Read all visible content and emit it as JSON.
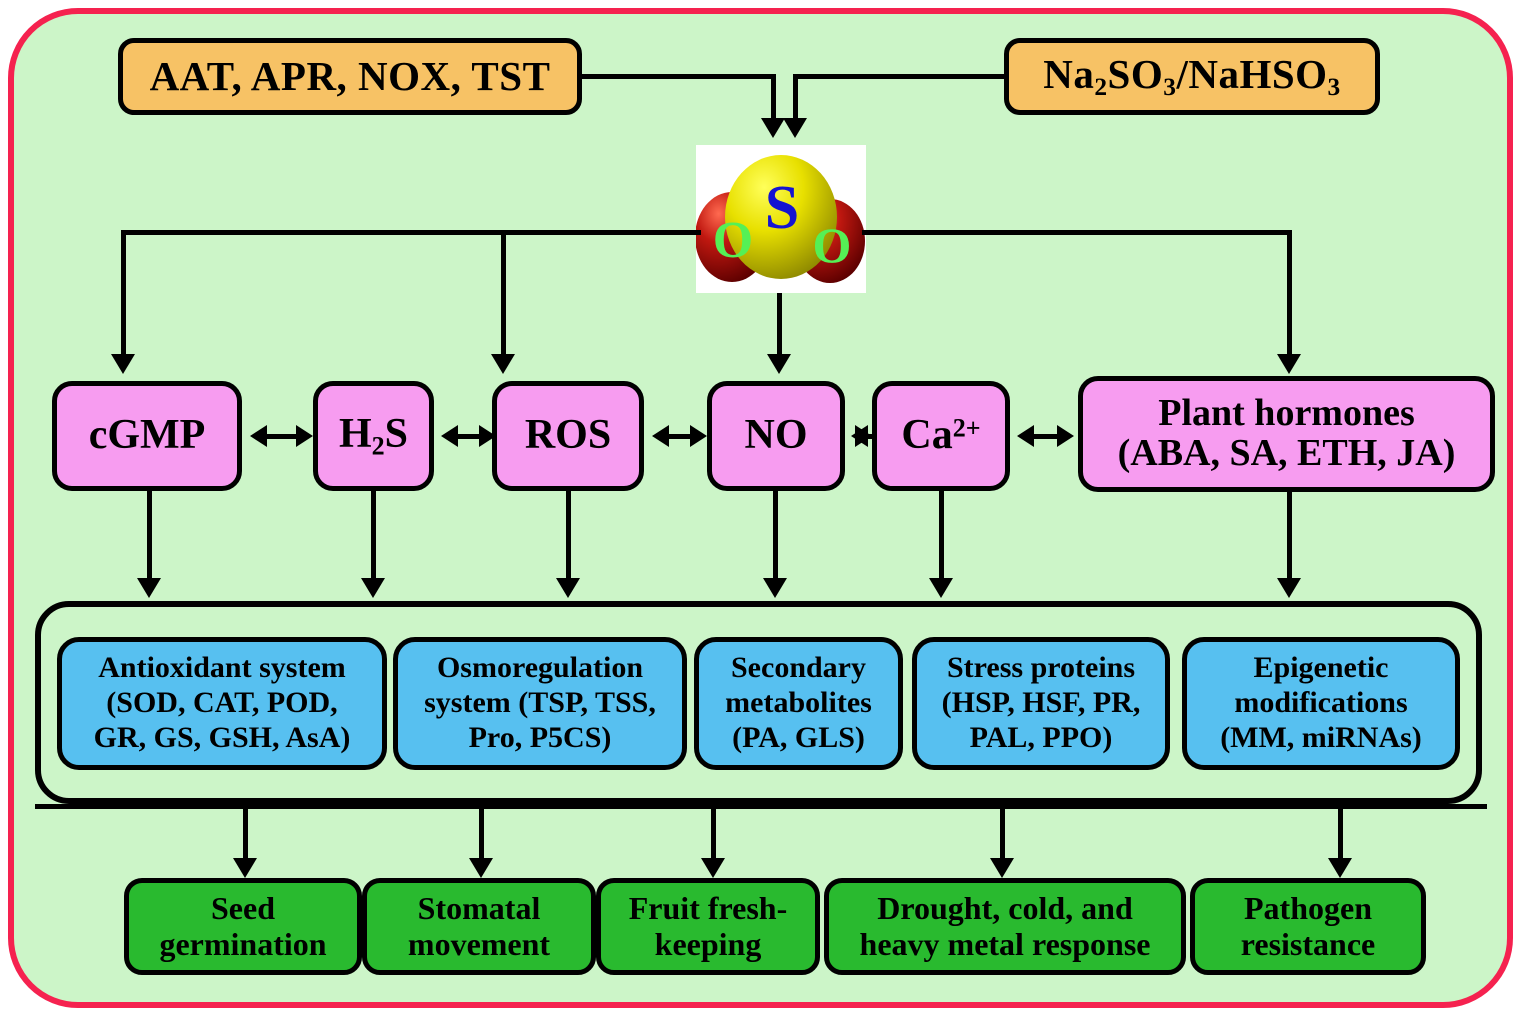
{
  "figure": {
    "type": "pathway-diagram",
    "frame_color": "#f5224f",
    "background_color": "#ccf5c8"
  },
  "sources": [
    {
      "id": "enzymes",
      "label": "AAT, APR, NOX, TST",
      "color": "#f7c265"
    },
    {
      "id": "salts",
      "label_html": "Na2SO3/NaHSO3",
      "parts": [
        "Na",
        "2",
        "SO",
        "3",
        "/NaHSO",
        "3"
      ],
      "color": "#f7c265"
    }
  ],
  "molecule": {
    "name": "sulfur-dioxide",
    "formula": "SO2",
    "center_atom": {
      "symbol": "S",
      "color": "#d8d400",
      "label_color": "#1414d2"
    },
    "side_atoms": [
      {
        "symbol": "O",
        "color": "#a01010",
        "label_color": "#55f055"
      },
      {
        "symbol": "O",
        "color": "#a01010",
        "label_color": "#55f055"
      }
    ]
  },
  "signals": [
    {
      "id": "cgmp",
      "label": "cGMP"
    },
    {
      "id": "h2s",
      "parts": [
        "H",
        "2",
        "S"
      ]
    },
    {
      "id": "ros",
      "label": "ROS"
    },
    {
      "id": "no",
      "label": "NO"
    },
    {
      "id": "ca",
      "parts": [
        "Ca",
        "2+"
      ]
    },
    {
      "id": "hormones",
      "line1": "Plant hormones",
      "line2": "(ABA, SA, ETH, JA)"
    }
  ],
  "signal_color": "#f79cf0",
  "responses": [
    {
      "id": "antioxidant",
      "line1": "Antioxidant system",
      "line2": "(SOD, CAT, POD,",
      "line3": "GR, GS, GSH, AsA)"
    },
    {
      "id": "osmoregulation",
      "line1": "Osmoregulation",
      "line2": "system (TSP, TSS,",
      "line3": "Pro, P5CS)"
    },
    {
      "id": "secondary-metabolites",
      "line1": "Secondary",
      "line2": "metabolites",
      "line3": "(PA, GLS)"
    },
    {
      "id": "stress-proteins",
      "line1": "Stress proteins",
      "line2": "(HSP, HSF, PR,",
      "line3": "PAL, PPO)"
    },
    {
      "id": "epigenetic",
      "line1": "Epigenetic",
      "line2": "modifications",
      "line3": "(MM, miRNAs)"
    }
  ],
  "response_color": "#57c0f0",
  "outcomes": [
    {
      "id": "seed-germination",
      "line1": "Seed",
      "line2": "germination"
    },
    {
      "id": "stomatal-movement",
      "line1": "Stomatal",
      "line2": "movement"
    },
    {
      "id": "fruit-fresh-keeping",
      "line1": "Fruit fresh-",
      "line2": "keeping"
    },
    {
      "id": "stress-response",
      "line1": "Drought, cold, and",
      "line2": "heavy metal response"
    },
    {
      "id": "pathogen-resistance",
      "line1": "Pathogen",
      "line2": "resistance"
    }
  ],
  "outcome_color": "#29ba2f"
}
